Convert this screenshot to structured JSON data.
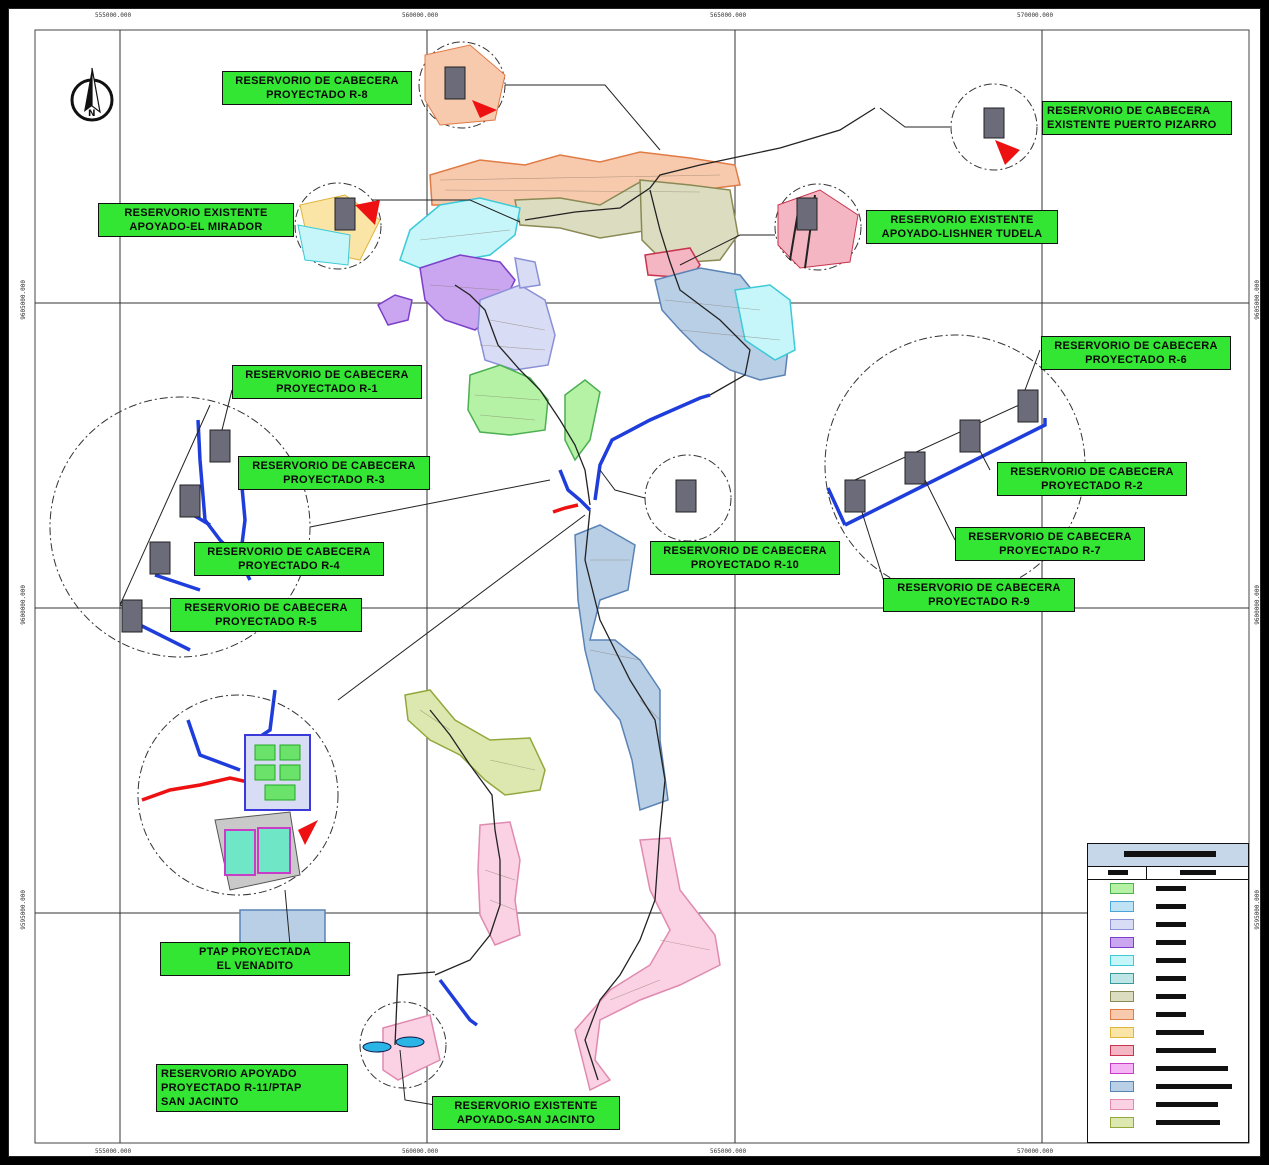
{
  "map": {
    "grid_x_labels": [
      "555000.000",
      "560000.000",
      "565000.000",
      "570000.000"
    ],
    "grid_y_labels": [
      "9605000.000",
      "9600000.000",
      "9595000.000"
    ],
    "north_arrow": "north-arrow-icon"
  },
  "labels": [
    {
      "lines": [
        "RESERVORIO  DE CABECERA",
        "PROYECTADO R-8"
      ]
    },
    {
      "lines": [
        "RESERVORIO  DE CABECERA",
        "EXISTENTE PUERTO PIZARRO"
      ]
    },
    {
      "lines": [
        "RESERVORIO EXISTENTE",
        "APOYADO-EL MIRADOR"
      ]
    },
    {
      "lines": [
        "RESERVORIO EXISTENTE",
        "APOYADO-LISHNER TUDELA"
      ]
    },
    {
      "lines": [
        "RESERVORIO DE CABECERA",
        "PROYECTADO R-6"
      ]
    },
    {
      "lines": [
        "RESERVORIO DE CABECERA",
        "PROYECTADO R-1"
      ]
    },
    {
      "lines": [
        "RESERVORIO DE CABECERA",
        "PROYECTADO R-3"
      ]
    },
    {
      "lines": [
        "RESERVORIO DE CABECERA",
        "PROYECTADO R-2"
      ]
    },
    {
      "lines": [
        "RESERVORIO  DE CABECERA",
        "PROYECTADO R-4"
      ]
    },
    {
      "lines": [
        "RESERVORIO DE CABECERA",
        "PROYECTADO R-10"
      ]
    },
    {
      "lines": [
        "RESERVORIO DE CABECERA",
        "PROYECTADO R-7"
      ]
    },
    {
      "lines": [
        "RESERVORIO   DE CABECERA",
        "PROYECTADO R-5"
      ]
    },
    {
      "lines": [
        "RESERVORIO   DE CABECERA",
        "PROYECTADO R-9"
      ]
    },
    {
      "lines": [
        "PTAP PROYECTADA",
        "EL VENADITO"
      ]
    },
    {
      "lines": [
        "RESERVORIO APOYADO",
        "PROYECTADO R-11/PTAP",
        "SAN JACINTO"
      ]
    },
    {
      "lines": [
        "RESERVORIO EXISTENTE",
        "APOYADO-SAN JACINTO"
      ]
    }
  ],
  "legend": {
    "swatches": [
      {
        "fill": "#b5f2a6",
        "stroke": "#4caf50"
      },
      {
        "fill": "#bfe3f5",
        "stroke": "#4aa6d8"
      },
      {
        "fill": "#d9dcf5",
        "stroke": "#8a90d8"
      },
      {
        "fill": "#c9a6ef",
        "stroke": "#7b3fc9"
      },
      {
        "fill": "#c6f6f9",
        "stroke": "#3cc9d8"
      },
      {
        "fill": "#bfe6e6",
        "stroke": "#3a9a9a"
      },
      {
        "fill": "#dcdcc0",
        "stroke": "#8a8a55"
      },
      {
        "fill": "#f7c9ad",
        "stroke": "#e07b45"
      },
      {
        "fill": "#fbe5a6",
        "stroke": "#e0b53c"
      },
      {
        "fill": "#f4b6c2",
        "stroke": "#c8344e"
      },
      {
        "fill": "#f5b5f5",
        "stroke": "#c83cc8"
      },
      {
        "fill": "#b9cfe6",
        "stroke": "#5a83b5"
      },
      {
        "fill": "#fad2e3",
        "stroke": "#e08ab0"
      },
      {
        "fill": "#dde8b0",
        "stroke": "#93a83c"
      }
    ]
  }
}
